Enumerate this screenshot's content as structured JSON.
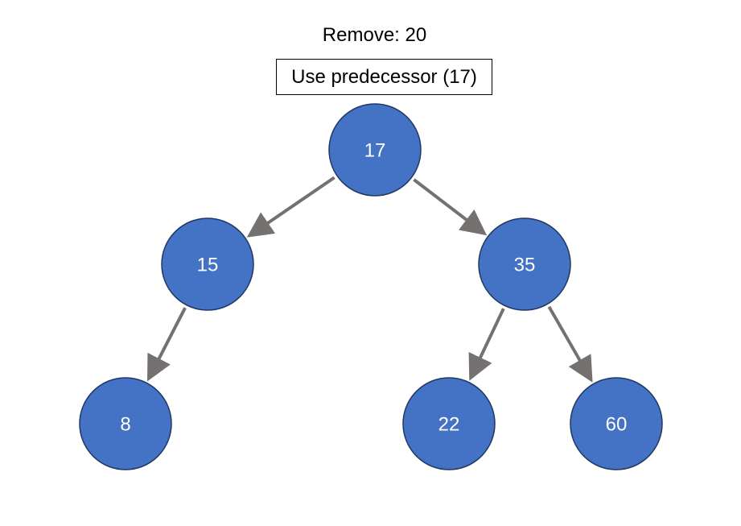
{
  "title": "Remove: 20",
  "caption": "Use predecessor (17)",
  "colors": {
    "node_fill": "#4472C4",
    "node_stroke": "#1F3864",
    "node_text": "#FFFFFF",
    "edge": "#767171"
  },
  "tree": {
    "nodes": [
      {
        "id": "n17",
        "label": "17"
      },
      {
        "id": "n15",
        "label": "15"
      },
      {
        "id": "n35",
        "label": "35"
      },
      {
        "id": "n8",
        "label": "8"
      },
      {
        "id": "n22",
        "label": "22"
      },
      {
        "id": "n60",
        "label": "60"
      }
    ],
    "edges": [
      {
        "from": "n17",
        "to": "n15"
      },
      {
        "from": "n17",
        "to": "n35"
      },
      {
        "from": "n15",
        "to": "n8"
      },
      {
        "from": "n35",
        "to": "n22"
      },
      {
        "from": "n35",
        "to": "n60"
      }
    ]
  }
}
